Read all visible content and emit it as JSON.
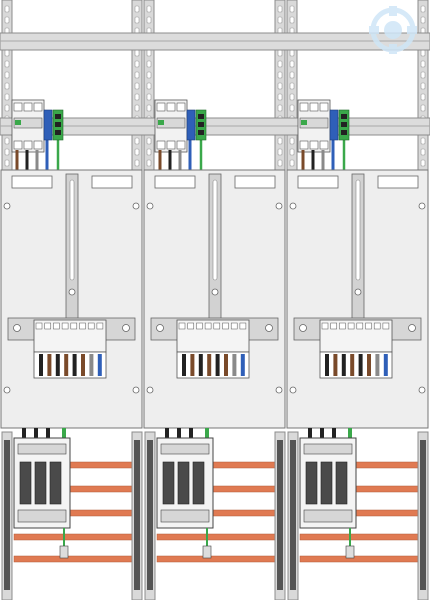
{
  "colors": {
    "frame": "#c9c9c9",
    "frame_dark": "#7a7a7a",
    "rail": "#d6d6d6",
    "panel": "#eeeeee",
    "busbar": "#e07a52",
    "terminal_green": "#3aa84a",
    "terminal_blue": "#2f5fb8",
    "wire_brown": "#7a4a2a",
    "wire_black": "#222222",
    "wire_grey": "#8a8a8a",
    "meter_window": "#4a4a4a",
    "watermark": "#cfe6f7"
  },
  "modules": {
    "count": 3,
    "each_has": [
      "breaker-block",
      "terminal-block",
      "meter-panel",
      "meter-rail",
      "connector-block",
      "busbar-array",
      "fuse-switch",
      "earth-clip"
    ]
  },
  "watermark": {
    "name": "brand-watermark-icon"
  }
}
